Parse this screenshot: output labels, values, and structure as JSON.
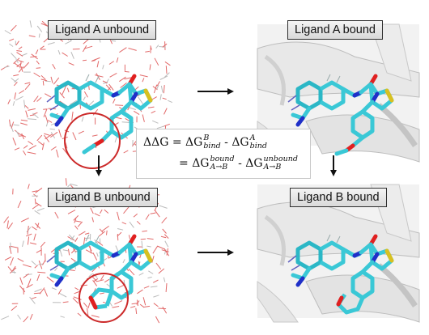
{
  "panels": {
    "top_left_label": "Ligand A unbound",
    "top_right_label": "Ligand A bound",
    "bottom_left_label": "Ligand B unbound",
    "bottom_right_label": "Ligand B bound"
  },
  "equation": {
    "line1_lhs": "ΔΔG",
    "line1_eq": "=",
    "line1_t1": "ΔG",
    "line1_t1_sup": "B",
    "line1_t1_sub": "bind",
    "line1_minus": "-",
    "line1_t2": "ΔG",
    "line1_t2_sup": "A",
    "line1_t2_sub": "bind",
    "line2_eq": "=",
    "line2_t1": "ΔG",
    "line2_t1_sup": "bound",
    "line2_t1_sub": "A→B",
    "line2_minus": "-",
    "line2_t2": "ΔG",
    "line2_t2_sup": "unbound",
    "line2_t2_sub": "A→B"
  },
  "colors": {
    "carbon": "#3ac8d6",
    "nitrogen": "#2030c8",
    "oxygen": "#e02020",
    "sulfur": "#d8c020",
    "water": "#e05a5a",
    "circle": "#cc2a2a",
    "protein": "#c4c4c4"
  }
}
